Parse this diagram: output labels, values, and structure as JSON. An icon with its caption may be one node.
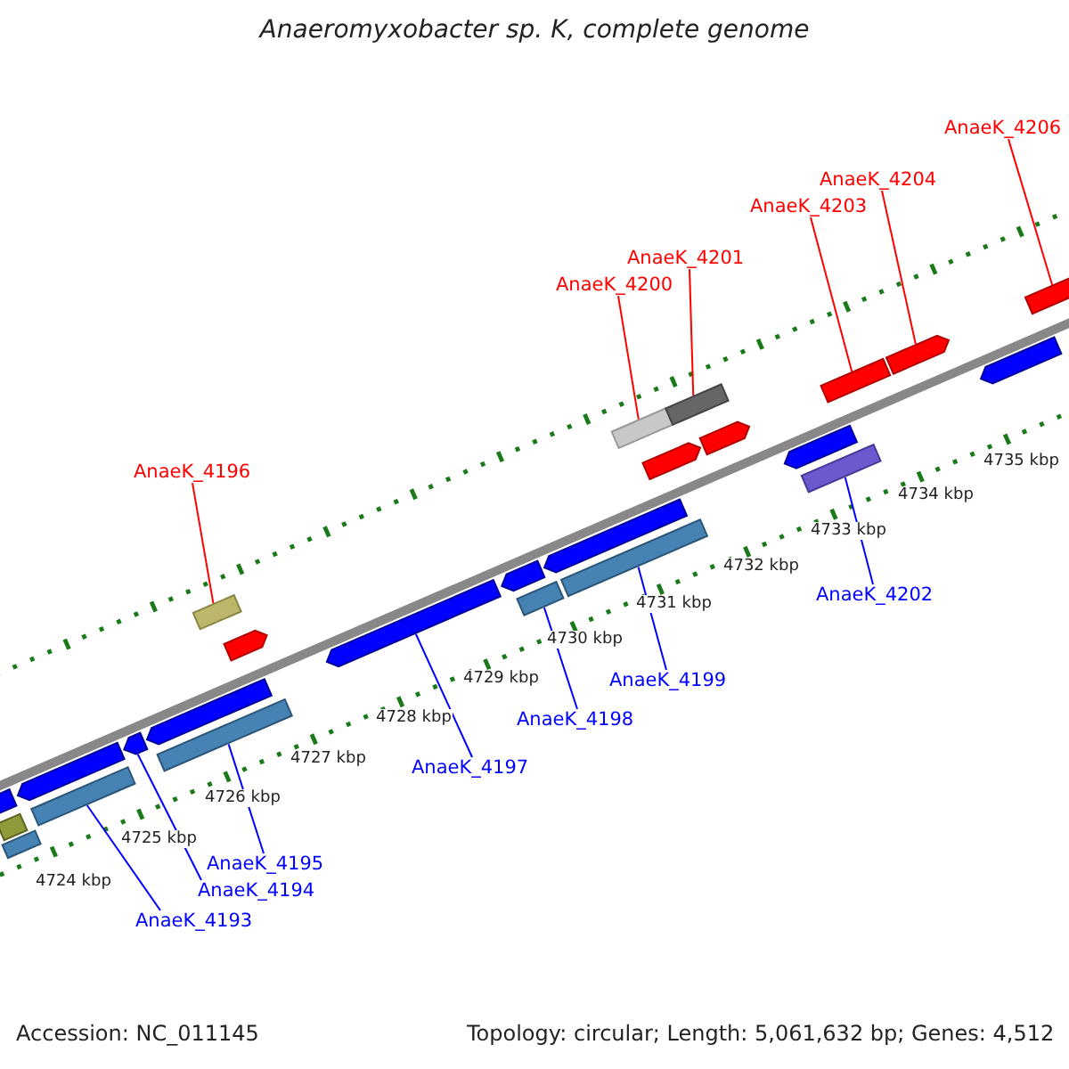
{
  "diagram": {
    "title": "Anaeromyxobacter sp. K, complete genome",
    "nodes": [
      {
        "text": [
          "AnaeK_4206"
        ]
      },
      {
        "text": [
          "AnaeK_4204"
        ]
      },
      {
        "text": [
          "AnaeK_4203"
        ]
      },
      {
        "text": [
          "AnaeK_4201"
        ]
      },
      {
        "text": [
          "AnaeK_4200"
        ]
      },
      {
        "text": [
          "AnaeK_4196"
        ]
      },
      {
        "text": [
          "AnaeK_4202"
        ]
      },
      {
        "text": [
          "AnaeK_4199"
        ]
      },
      {
        "text": [
          "AnaeK_4198"
        ]
      },
      {
        "text": [
          "AnaeK_4197"
        ]
      },
      {
        "text": [
          "AnaeK_4195"
        ]
      },
      {
        "text": [
          "AnaeK_4194"
        ]
      },
      {
        "text": [
          "AnaeK_4193"
        ]
      },
      {
        "text": [],
        "shape": "bar"
      },
      {
        "text": [],
        "shape": "pentagon"
      },
      {
        "text": [],
        "shape": "bar"
      },
      {
        "text": [],
        "shape": "pentagon"
      },
      {
        "text": [],
        "shape": "bar"
      },
      {
        "text": [],
        "shape": "pentagon"
      },
      {
        "text": [],
        "shape": "pentagon"
      },
      {
        "text": [],
        "shape": "bar"
      },
      {
        "text": [],
        "shape": "bar"
      },
      {
        "text": [],
        "shape": "pentagon"
      },
      {
        "text": [],
        "shape": "pentagon"
      },
      {
        "text": [],
        "shape": "pentagon"
      },
      {
        "text": [],
        "shape": "bar"
      },
      {
        "text": [],
        "shape": "pentagon"
      },
      {
        "text": [],
        "shape": "bar"
      },
      {
        "text": [],
        "shape": "bar"
      },
      {
        "text": [],
        "shape": "pentagon"
      },
      {
        "text": [],
        "shape": "bar"
      },
      {
        "text": [],
        "shape": "pentagon"
      },
      {
        "text": [],
        "shape": "pentagon"
      },
      {
        "text": [],
        "shape": "bar"
      },
      {
        "text": [],
        "shape": "bar"
      },
      {
        "text": [],
        "shape": "pentagon"
      },
      {
        "text": [],
        "shape": "pentagon"
      },
      {
        "text": [],
        "shape": "bar"
      }
    ],
    "edges": [
      {
        "from": 0,
        "to": 37,
        "arrow": "none",
        "color": "#ff0000"
      },
      {
        "from": 1,
        "to": 35,
        "arrow": "none",
        "color": "#ff0000"
      },
      {
        "from": 2,
        "to": 34,
        "arrow": "none",
        "color": "#ff0000"
      },
      {
        "from": 3,
        "to": 30,
        "arrow": "none",
        "color": "#ff0000"
      },
      {
        "from": 4,
        "to": 28,
        "arrow": "none",
        "color": "#ff0000"
      },
      {
        "from": 5,
        "to": 21,
        "arrow": "none",
        "color": "#ff0000"
      },
      {
        "from": 6,
        "to": 33,
        "arrow": "none"
      },
      {
        "from": 7,
        "to": 27,
        "arrow": "none"
      },
      {
        "from": 8,
        "to": 25,
        "arrow": "none"
      },
      {
        "from": 9,
        "to": 23,
        "arrow": "none"
      },
      {
        "from": 10,
        "to": 20,
        "arrow": "none"
      },
      {
        "from": 11,
        "to": 18,
        "arrow": "none"
      },
      {
        "from": 12,
        "to": 17,
        "arrow": "none"
      }
    ],
    "labels": [
      "4724 kbp",
      "4725 kbp",
      "4726 kbp",
      "4727 kbp",
      "4728 kbp",
      "4729 kbp",
      "4730 kbp",
      "4731 kbp",
      "4732 kbp",
      "4733 kbp",
      "4734 kbp",
      "4735 kbp",
      "Accession: NC_011145",
      "Topology: circular; Length: 5,061,632 bp; Genes: 4,512"
    ]
  }
}
